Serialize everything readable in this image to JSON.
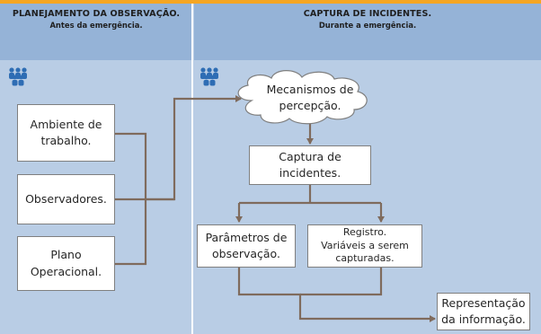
{
  "left_header": {
    "title": "PLANEJAMENTO DA OBSERVAÇÃO.",
    "subtitle": "Antes da emergência."
  },
  "right_header": {
    "title": "CAPTURA DE INCIDENTES.",
    "subtitle": "Durante a emergência."
  },
  "icons": {
    "left": "people-group-icon",
    "right": "people-group-icon"
  },
  "colors": {
    "header": "#95b3d7",
    "panel": "#b9cde5",
    "accent": "#f5a623",
    "connector": "#7f6b5d"
  },
  "nodes": {
    "ambiente": "Ambiente de\ntrabalho.",
    "observadores": "Observadores.",
    "plano": "Plano\nOperacional.",
    "mecanismos": "Mecanismos de\npercepção.",
    "captura": "Captura de\nincidentes.",
    "parametros": "Parâmetros de\nobservação.",
    "registro": "Registro.\nVariáveis a serem\ncapturadas.",
    "representacao": "Representação\nda informação."
  }
}
